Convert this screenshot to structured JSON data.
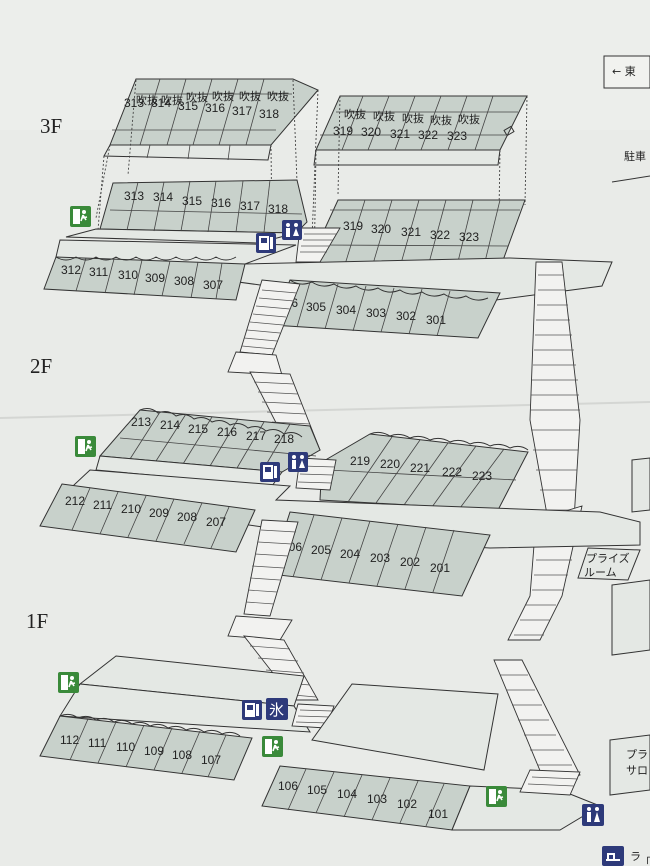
{
  "floors": [
    {
      "label": "3F",
      "atrium_label": "吹抜"
    },
    {
      "label": "2F"
    },
    {
      "label": "1F"
    }
  ],
  "rooms": {
    "f3_atrium_left": [
      "313",
      "314",
      "315",
      "316",
      "317",
      "318"
    ],
    "f3_atrium_right": [
      "319",
      "320",
      "321",
      "322",
      "323"
    ],
    "f3_back_left": [
      "313",
      "314",
      "315",
      "316",
      "317",
      "318"
    ],
    "f3_back_right": [
      "319",
      "320",
      "321",
      "322",
      "323"
    ],
    "f3_front_left": [
      "312",
      "311",
      "310",
      "309",
      "308",
      "307"
    ],
    "f3_front_right": [
      "306",
      "305",
      "304",
      "303",
      "302",
      "301"
    ],
    "f2_back_left": [
      "213",
      "214",
      "215",
      "216",
      "217",
      "218"
    ],
    "f2_back_right": [
      "219",
      "220",
      "221",
      "222",
      "223"
    ],
    "f2_front_left": [
      "212",
      "211",
      "210",
      "209",
      "208",
      "207"
    ],
    "f2_front_right": [
      "206",
      "205",
      "204",
      "203",
      "202",
      "201"
    ],
    "f1_front_left": [
      "112",
      "111",
      "110",
      "109",
      "108",
      "107"
    ],
    "f1_front_right": [
      "106",
      "105",
      "104",
      "103",
      "102",
      "101"
    ]
  },
  "side_labels": {
    "top_arrow": "← 東",
    "parking": "駐車",
    "prize_room_1": "プライズ",
    "prize_room_2": "ルーム",
    "f1_right_1": "プラ",
    "f1_right_2": "サロ",
    "bottom_right": "ラ",
    "bottom_right_2": "「"
  },
  "icons": {
    "ice": "氷"
  },
  "colors": {
    "paper": "#e9ebe8",
    "room_fill": "#c8d1cb",
    "exit_green": "#3a8a3a",
    "facility_blue": "#2e3a7a"
  }
}
